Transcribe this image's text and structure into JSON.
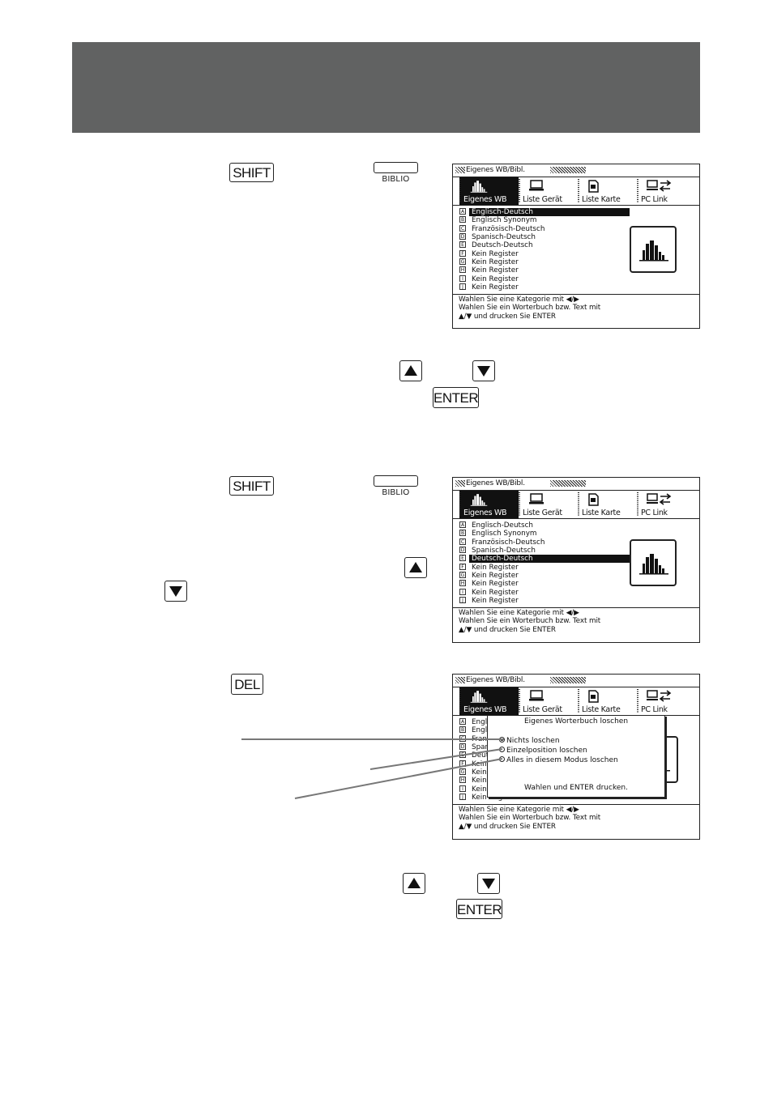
{
  "keys": {
    "shift": "SHIFT",
    "biblio": "BIBLIO",
    "enter": "ENTER",
    "del": "DEL"
  },
  "screen_title": "Eigenes WB/Bibl.",
  "tabs": [
    "Eigenes WB",
    "Liste Gerät",
    "Liste Karte",
    "PC Link"
  ],
  "list_letters": [
    "A",
    "B",
    "C",
    "D",
    "E",
    "F",
    "G",
    "H",
    "I",
    "J"
  ],
  "list_items": [
    "Englisch-Deutsch",
    "Englisch Synonym",
    "Französisch-Deutsch",
    "Spanisch-Deutsch",
    "Deutsch-Deutsch",
    "Kein Register",
    "Kein Register",
    "Kein Register",
    "Kein Register",
    "Kein Register"
  ],
  "screen1_selected": 0,
  "screen2_selected": 4,
  "status": [
    "Wahlen Sie eine Kategorie mit ◀/▶",
    "Wahlen Sie ein Worterbuch bzw. Text mit",
    "▲/▼ und drucken Sie ENTER"
  ],
  "screen3_list_fragments": [
    "Engl",
    "Engl",
    "Fran",
    "Span",
    "Deut",
    "Kein",
    "Kein",
    "Kein",
    "Kein",
    "Kein Register"
  ],
  "dialog": {
    "title": "Eigenes Worterbuch loschen",
    "options": [
      "Nichts loschen",
      "Einzelposition loschen",
      "Alles in diesem Modus loschen"
    ],
    "selected": 0,
    "footer": "Wahlen und ENTER drucken."
  }
}
